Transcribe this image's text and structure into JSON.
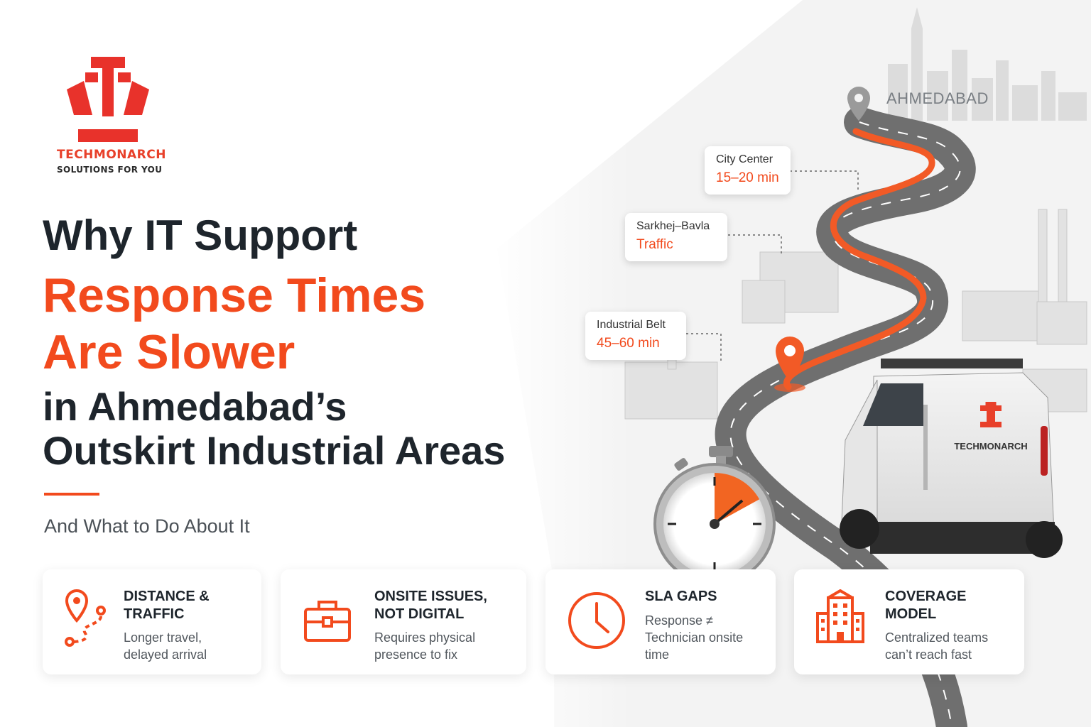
{
  "logo": {
    "name": "TECHMONARCH",
    "tagline": "SOLUTIONS FOR YOU"
  },
  "headline": {
    "line1": "Why IT Support",
    "line2": "Response Times",
    "line3": "Are Slower",
    "line4": "in Ahmedabad’s",
    "line5": "Outskirt Industrial Areas"
  },
  "subtitle": "And What to Do About It",
  "map": {
    "city": "AHMEDABAD",
    "labels": [
      {
        "title": "City Center",
        "value": "15–20 min"
      },
      {
        "title": "Sarkhej–Bavla",
        "value": "Traffic"
      },
      {
        "title": "Industrial Belt",
        "value": "45–60 min"
      }
    ],
    "van_brand": "TECHMONARCH",
    "stopwatch_fraction_elapsed": 0.17
  },
  "cards": [
    {
      "icon": "route-pin-icon",
      "title1": "DISTANCE &",
      "title2": "TRAFFIC",
      "desc1": "Longer travel,",
      "desc2": "delayed arrival"
    },
    {
      "icon": "toolbox-icon",
      "title1": "ONSITE ISSUES,",
      "title2": "NOT DIGITAL",
      "desc1": "Requires physical",
      "desc2": "presence to fix"
    },
    {
      "icon": "clock-icon",
      "title1": "SLA GAPS",
      "desc1": "Response ≠",
      "desc2": "Technician onsite",
      "desc3": "time"
    },
    {
      "icon": "building-icon",
      "title1": "COVERAGE",
      "title2": "MODEL",
      "desc1": "Centralized teams",
      "desc2": "can’t reach fast"
    }
  ],
  "colors": {
    "accent": "#f24a1d",
    "dark": "#1e252c",
    "muted": "#50565c"
  }
}
